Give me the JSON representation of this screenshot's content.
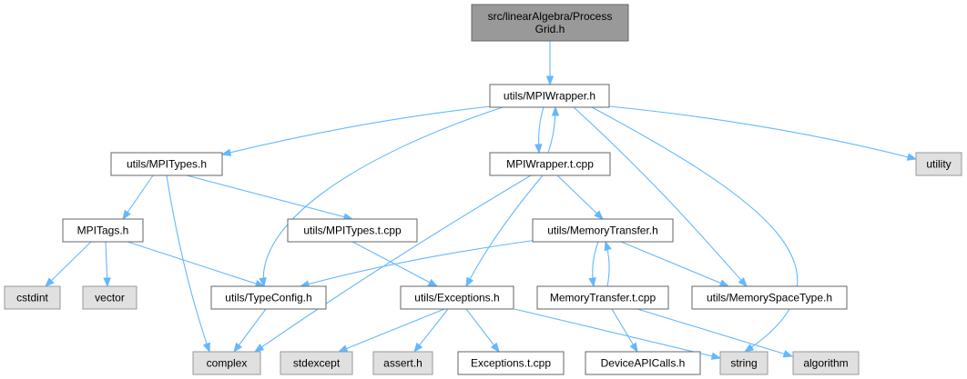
{
  "diagram": {
    "nodes": [
      {
        "id": "root",
        "kind": "root",
        "lines": [
          "src/linearAlgebra/Process",
          "Grid.h"
        ]
      },
      {
        "id": "mpiwrapper_h",
        "kind": "local",
        "lines": [
          "utils/MPIWrapper.h"
        ]
      },
      {
        "id": "mpitypes_h",
        "kind": "local",
        "lines": [
          "utils/MPITypes.h"
        ]
      },
      {
        "id": "mpiwrapper_tcpp",
        "kind": "local",
        "lines": [
          "MPIWrapper.t.cpp"
        ]
      },
      {
        "id": "utility",
        "kind": "system",
        "lines": [
          "utility"
        ]
      },
      {
        "id": "mpitags_h",
        "kind": "local",
        "lines": [
          "MPITags.h"
        ]
      },
      {
        "id": "mpitypes_tcpp",
        "kind": "local",
        "lines": [
          "utils/MPITypes.t.cpp"
        ]
      },
      {
        "id": "memorytransfer_h",
        "kind": "local",
        "lines": [
          "utils/MemoryTransfer.h"
        ]
      },
      {
        "id": "cstdint",
        "kind": "system",
        "lines": [
          "cstdint"
        ]
      },
      {
        "id": "vector",
        "kind": "system",
        "lines": [
          "vector"
        ]
      },
      {
        "id": "typeconfig_h",
        "kind": "local",
        "lines": [
          "utils/TypeConfig.h"
        ]
      },
      {
        "id": "exceptions_h",
        "kind": "local",
        "lines": [
          "utils/Exceptions.h"
        ]
      },
      {
        "id": "memorytransfer_tcpp",
        "kind": "local",
        "lines": [
          "MemoryTransfer.t.cpp"
        ]
      },
      {
        "id": "memoryspacetype_h",
        "kind": "local",
        "lines": [
          "utils/MemorySpaceType.h"
        ]
      },
      {
        "id": "complex",
        "kind": "system",
        "lines": [
          "complex"
        ]
      },
      {
        "id": "stdexcept",
        "kind": "system",
        "lines": [
          "stdexcept"
        ]
      },
      {
        "id": "assert_h",
        "kind": "system",
        "lines": [
          "assert.h"
        ]
      },
      {
        "id": "exceptions_tcpp",
        "kind": "local",
        "lines": [
          "Exceptions.t.cpp"
        ]
      },
      {
        "id": "deviceapicalls_h",
        "kind": "local",
        "lines": [
          "DeviceAPICalls.h"
        ]
      },
      {
        "id": "string",
        "kind": "system",
        "lines": [
          "string"
        ]
      },
      {
        "id": "algorithm",
        "kind": "system",
        "lines": [
          "algorithm"
        ]
      }
    ],
    "edges": [
      {
        "from": "root",
        "to": "mpiwrapper_h"
      },
      {
        "from": "mpiwrapper_h",
        "to": "mpitypes_h"
      },
      {
        "from": "mpiwrapper_h",
        "to": "mpiwrapper_tcpp"
      },
      {
        "from": "mpiwrapper_tcpp",
        "to": "mpiwrapper_h"
      },
      {
        "from": "mpiwrapper_h",
        "to": "utility"
      },
      {
        "from": "mpiwrapper_h",
        "to": "typeconfig_h"
      },
      {
        "from": "mpiwrapper_h",
        "to": "memoryspacetype_h"
      },
      {
        "from": "mpiwrapper_h",
        "to": "string"
      },
      {
        "from": "mpitypes_h",
        "to": "mpitags_h"
      },
      {
        "from": "mpitypes_h",
        "to": "mpitypes_tcpp"
      },
      {
        "from": "mpitypes_h",
        "to": "complex"
      },
      {
        "from": "mpitags_h",
        "to": "cstdint"
      },
      {
        "from": "mpitags_h",
        "to": "vector"
      },
      {
        "from": "mpitags_h",
        "to": "typeconfig_h"
      },
      {
        "from": "mpitypes_tcpp",
        "to": "exceptions_h"
      },
      {
        "from": "mpiwrapper_tcpp",
        "to": "memorytransfer_h"
      },
      {
        "from": "mpiwrapper_tcpp",
        "to": "exceptions_h"
      },
      {
        "from": "mpiwrapper_tcpp",
        "to": "complex"
      },
      {
        "from": "memorytransfer_h",
        "to": "typeconfig_h"
      },
      {
        "from": "memorytransfer_h",
        "to": "memorytransfer_tcpp"
      },
      {
        "from": "memorytransfer_tcpp",
        "to": "memorytransfer_h"
      },
      {
        "from": "memorytransfer_h",
        "to": "memoryspacetype_h"
      },
      {
        "from": "memorytransfer_tcpp",
        "to": "deviceapicalls_h"
      },
      {
        "from": "memorytransfer_tcpp",
        "to": "algorithm"
      },
      {
        "from": "typeconfig_h",
        "to": "complex"
      },
      {
        "from": "exceptions_h",
        "to": "stdexcept"
      },
      {
        "from": "exceptions_h",
        "to": "assert_h"
      },
      {
        "from": "exceptions_h",
        "to": "exceptions_tcpp"
      },
      {
        "from": "exceptions_h",
        "to": "string"
      }
    ]
  },
  "colors": {
    "edge": "#63b8ff",
    "root_fill": "#999999",
    "local_fill": "#ffffff",
    "system_fill": "#e0e0e0",
    "border": "#666666"
  }
}
